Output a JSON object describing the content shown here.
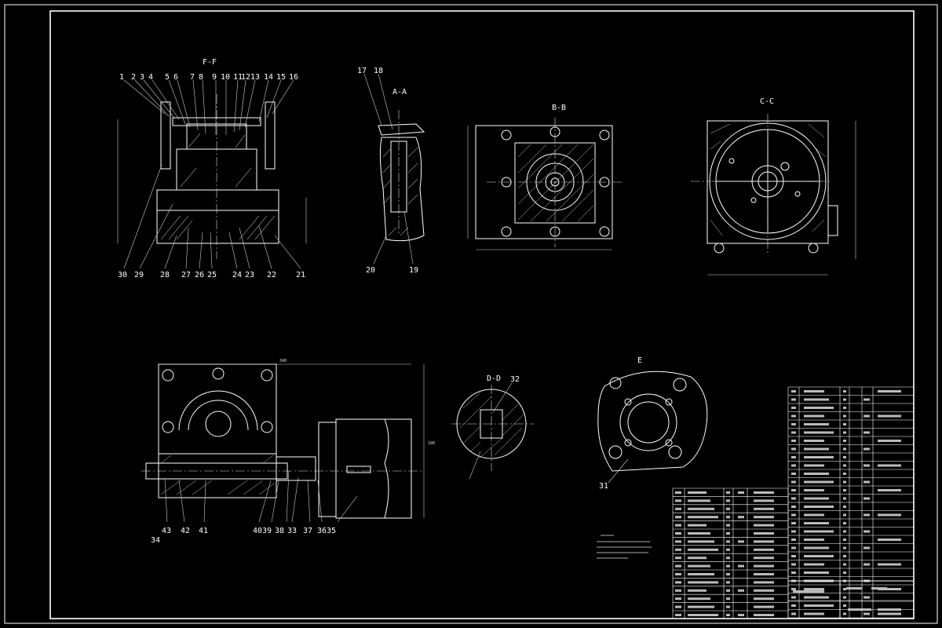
{
  "sections": {
    "ff": "F-F",
    "aa": "A-A",
    "bb": "B-B",
    "cc": "C-C",
    "dd": "D-D",
    "e": "E"
  },
  "callouts_ff_top": [
    "1",
    "2",
    "3",
    "4",
    "5",
    "6",
    "7",
    "8",
    "9",
    "10",
    "11",
    "12",
    "13",
    "14",
    "15",
    "16"
  ],
  "callouts_ff_bottom": [
    "30",
    "29",
    "28",
    "27",
    "26",
    "25",
    "24",
    "23",
    "22",
    "21"
  ],
  "callouts_aa": [
    "17",
    "18",
    "20",
    "19"
  ],
  "callouts_front": [
    "43",
    "42",
    "41",
    "34",
    "40",
    "39",
    "38",
    "33",
    "37",
    "36",
    "35"
  ],
  "callout_dd": "32",
  "callout_e": "31",
  "dimensions": {
    "front_width": "340",
    "front_height": "180"
  },
  "title_block": {
    "rows": 28
  },
  "colors": {
    "background": "#000000",
    "lines": "#ffffff"
  }
}
